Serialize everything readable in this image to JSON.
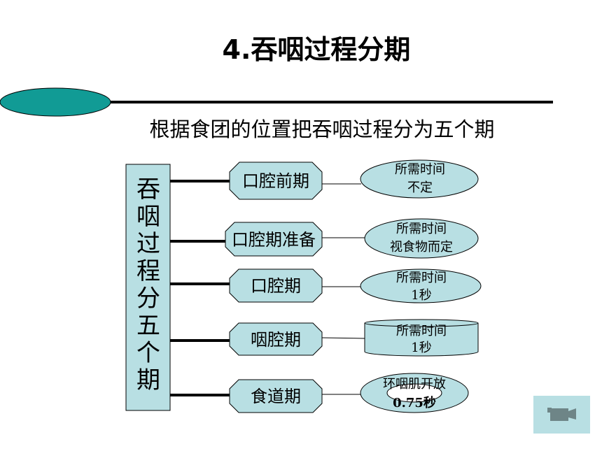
{
  "slide": {
    "title": "4.吞咽过程分期",
    "subtitle": "根据食团的位置把吞咽过程分为五个期",
    "main_box": [
      "吞",
      "咽",
      "过",
      "程",
      "分",
      "五",
      "个",
      "期"
    ],
    "stages": [
      {
        "name": "口腔前期",
        "note_line1": "所需时间",
        "note_line2": "不定"
      },
      {
        "name": "口腔期准备",
        "note_line1": "所需时间",
        "note_line2": "视食物而定"
      },
      {
        "name": "口腔期",
        "note_line1": "所需时间",
        "note_line2": "1秒"
      },
      {
        "name": "咽腔期",
        "note_line1": "所需时间",
        "note_line2": "1秒"
      },
      {
        "name": "食道期",
        "note_line1": "环咽肌开放",
        "note_line2": "0.75秒"
      }
    ],
    "video_button_icon": "video-camera-icon"
  },
  "colors": {
    "fill": "#b8dfe3",
    "accent_ellipse": "#119b95",
    "icon": "#6e8587"
  }
}
